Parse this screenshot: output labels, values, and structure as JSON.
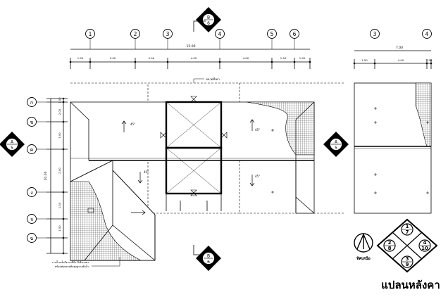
{
  "drawing": {
    "title": "แปลนหลังคา",
    "north_label": "ทิศเหนือ",
    "note_top": "ขนาดหิ้งคา",
    "note_bottom_1": "รางน้ำเหล็กรีด ทาสีกัน สีเขียวแดง",
    "note_bottom_2": "พร้อมท่อพลาสติกต่อสู่รางพักน้ำ",
    "slope_label": "45°"
  },
  "grid_x": {
    "labels": [
      "1",
      "2",
      "3",
      "4",
      "5",
      "6"
    ],
    "overall": "15.00",
    "segments": [
      "1.50",
      "3.00",
      "2.50",
      "4.00",
      "4.00",
      "1.50",
      "1.50"
    ]
  },
  "grid_x_side": {
    "labels": [
      "3",
      "4"
    ],
    "overall": "7.00",
    "segments": [
      "1.50",
      "4.00",
      "1.50"
    ]
  },
  "grid_y": {
    "labels": [
      "ก",
      "ข",
      "ค",
      "ง",
      "จ",
      "ฉ"
    ],
    "overall": "10.00",
    "segments": [
      "1.50",
      "2.00",
      "3.00",
      "2.00",
      "1.50",
      "1.50"
    ]
  },
  "section_marks": [
    {
      "letter": "B",
      "num": "6"
    },
    {
      "letter": "A",
      "num": "5"
    },
    {
      "letter": "A",
      "num": "5"
    },
    {
      "letter": "B",
      "num": "6"
    }
  ],
  "key_plan": [
    "1",
    "7",
    "2",
    "8",
    "4",
    "10",
    "3",
    "9"
  ]
}
